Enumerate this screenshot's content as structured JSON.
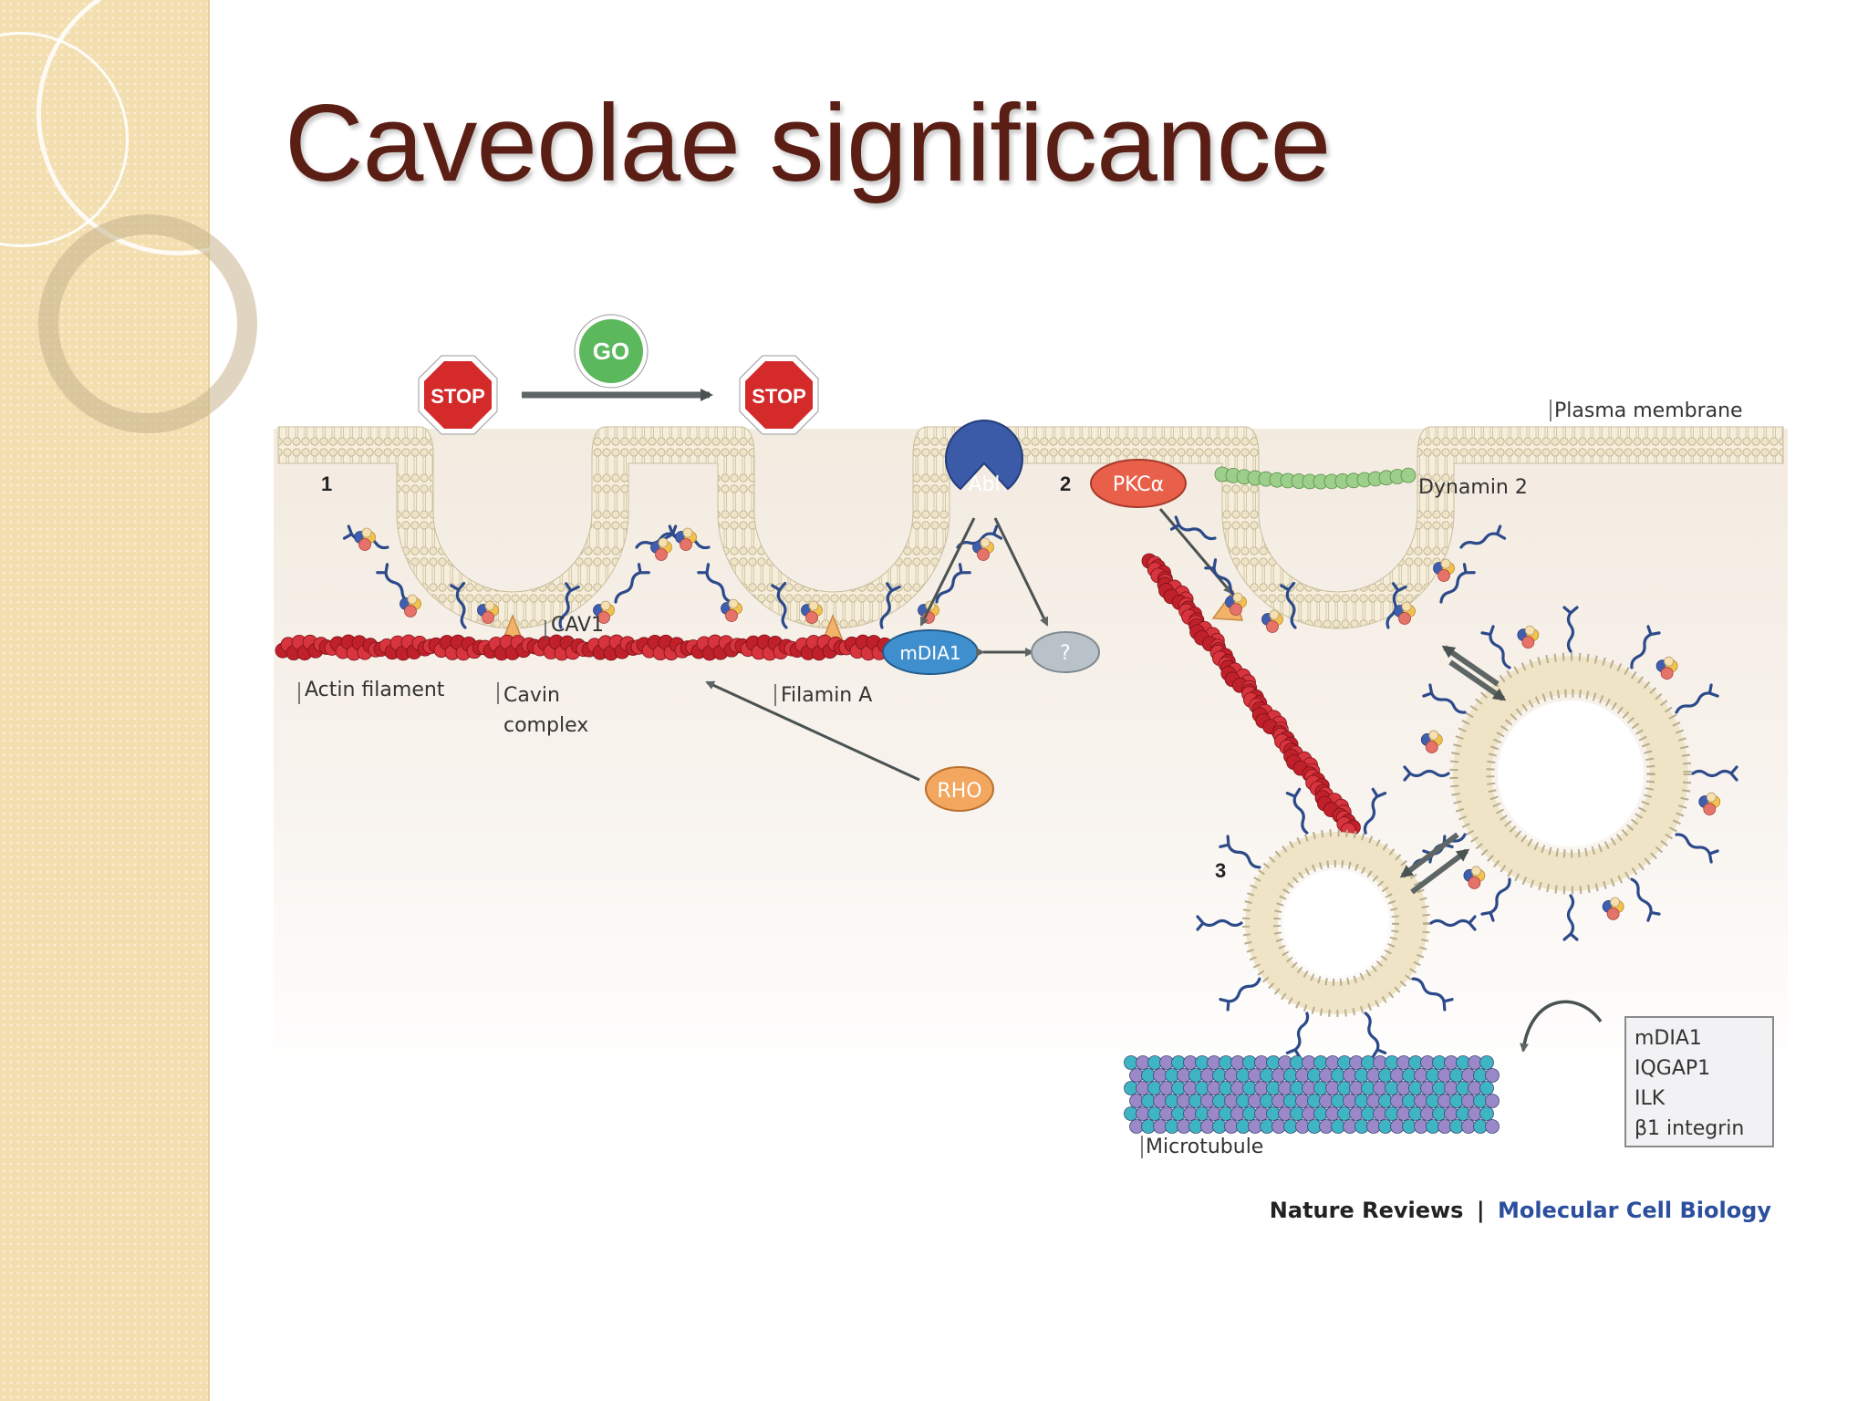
{
  "slide": {
    "title": "Caveolae significance"
  },
  "figure": {
    "labels": {
      "go": "GO",
      "stop": "STOP",
      "abl": "Abl",
      "pkc": "PKCα",
      "rho": "RHO",
      "mdia1": "mDIA1",
      "unknown": "?",
      "plasma_membrane": "Plasma membrane",
      "dynamin2": "Dynamin 2",
      "cav1": "CAV1",
      "actin_filament": "Actin filament",
      "cavin_line1": "Cavin",
      "cavin_line2": "complex",
      "filamin_a": "Filamin A",
      "microtubule": "Microtubule",
      "step1": "1",
      "step2": "2",
      "step3": "3"
    },
    "mt_box": [
      "mDIA1",
      "IQGAP1",
      "ILK",
      "β1 integrin"
    ],
    "credit": {
      "journal": "Nature Reviews",
      "separator": "|",
      "section": "Molecular Cell Biology"
    }
  },
  "colors": {
    "title": "#5a1e14",
    "actin": "#c0202a",
    "caveolin": "#2c4a8a",
    "stop_sign": "#d42a2a",
    "go_sign": "#5cb85c",
    "abl": "#3b5aa8",
    "credit_blue": "#2b4f9e"
  }
}
